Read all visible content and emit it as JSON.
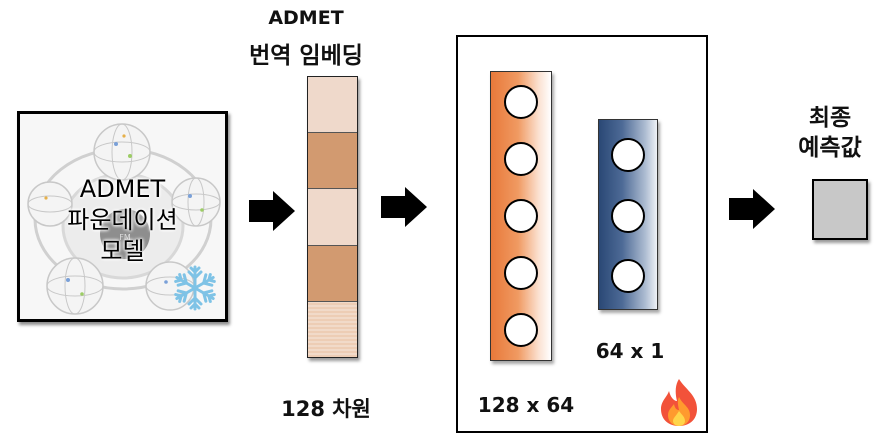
{
  "foundation_model": {
    "line1": "ADMET",
    "line2": "파운데이션",
    "line3": "모델",
    "logo_text": "FM",
    "status_icon": "snowflake-icon",
    "status_color": "#7fc3e6"
  },
  "embedding": {
    "title": "ADMET",
    "subtitle": "번역 임베딩",
    "dimension": "128 차원"
  },
  "mlp": {
    "layer1_dim": "128 x 64",
    "layer2_dim": "64 x 1",
    "layer1_color": "#e8793a",
    "layer2_color": "#2a4875",
    "status_icon": "fire-icon"
  },
  "prediction": {
    "title_line1": "최종",
    "title_line2": "예측값",
    "box_color": "#c8c8c8"
  },
  "icons": {
    "arrow": "right-arrow-icon"
  }
}
